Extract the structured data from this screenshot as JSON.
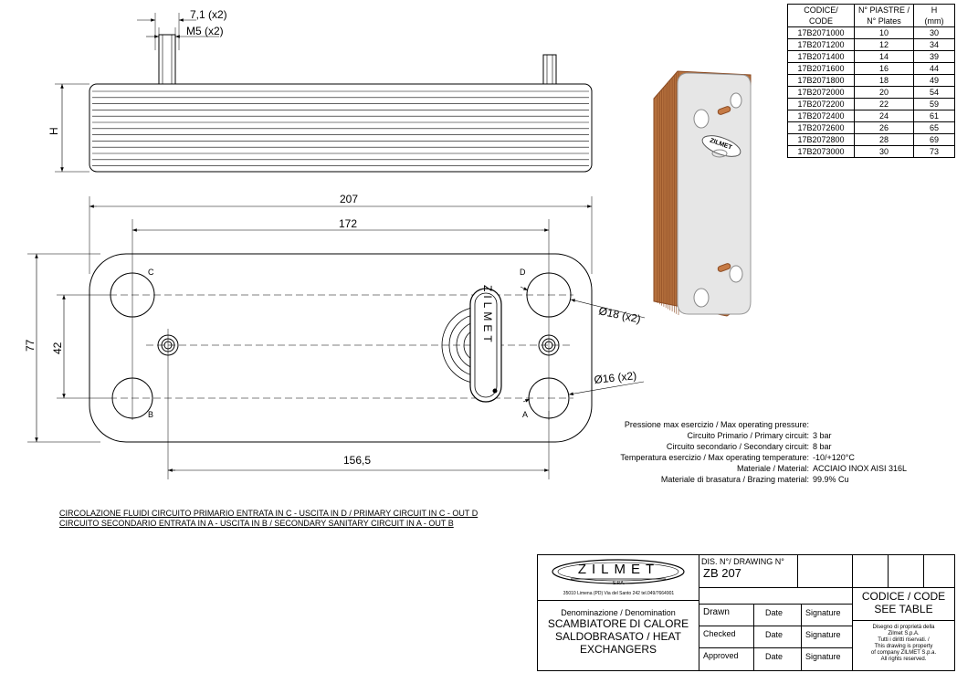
{
  "dims": {
    "pin": "7,1 (x2)",
    "thread": "M5 (x2)",
    "height": "H",
    "overall_width": "207",
    "port_spacing": "172",
    "overall_height": "77",
    "port_vspacing": "42",
    "stud_spacing": "156,5",
    "port_dia18": "Ø18 (x2)",
    "port_dia16": "Ø16 (x2)"
  },
  "ports": {
    "c": "C",
    "d": "D",
    "b": "B",
    "a": "A"
  },
  "logo_text": "ZILMET",
  "logo_spa": "S.P.A.",
  "code_table": {
    "headers": [
      [
        "CODICE/",
        "CODE"
      ],
      [
        "N° PIASTRE /",
        "N° Plates"
      ],
      [
        "H",
        "(mm)"
      ]
    ],
    "rows": [
      [
        "17B2071000",
        "10",
        "30"
      ],
      [
        "17B2071200",
        "12",
        "34"
      ],
      [
        "17B2071400",
        "14",
        "39"
      ],
      [
        "17B2071600",
        "16",
        "44"
      ],
      [
        "17B2071800",
        "18",
        "49"
      ],
      [
        "17B2072000",
        "20",
        "54"
      ],
      [
        "17B2072200",
        "22",
        "59"
      ],
      [
        "17B2072400",
        "24",
        "61"
      ],
      [
        "17B2072600",
        "26",
        "65"
      ],
      [
        "17B2072800",
        "28",
        "69"
      ],
      [
        "17B2073000",
        "30",
        "73"
      ]
    ]
  },
  "specs": [
    {
      "label": "Pressione max esercizio / Max operating pressure:",
      "value": ""
    },
    {
      "label": "Circuito Primario / Primary circuit:",
      "value": "3 bar"
    },
    {
      "label": "Circuito secondario / Secondary circuit:",
      "value": "8 bar"
    },
    {
      "label": "Temperatura esercizio / Max operating temperature:",
      "value": "-10/+120°C"
    },
    {
      "label": "Materiale / Material:",
      "value": "ACCIAIO INOX AISI 316L"
    },
    {
      "label": "Materiale di brasatura / Brazing material:",
      "value": "99.9% Cu"
    }
  ],
  "circuit_notes": [
    "CIRCOLAZIONE FLUIDI CIRCUITO PRIMARIO ENTRATA IN C - USCITA IN D / PRIMARY CIRCUIT IN C - OUT D",
    "CIRCUITO SECONDARIO ENTRATA IN A - USCITA IN B / SECONDARY SANITARY CIRCUIT IN A - OUT B"
  ],
  "title_block": {
    "address": "35010 Limena (PD) Via del Santo 242 tel.049/7664901",
    "drawing_no_label": "DIS. N°/ DRAWING N°",
    "drawing_no": "ZB 207",
    "denomination_label": "Denominazione / Denomination",
    "denomination_1": "SCAMBIATORE DI CALORE",
    "denomination_2": "SALDOBRASATO / HEAT",
    "denomination_3": "EXCHANGERS",
    "drawn": "Drawn",
    "checked": "Checked",
    "approved": "Approved",
    "date": "Date",
    "signature": "Signature",
    "code_label": "CODICE / CODE",
    "see_table": "SEE TABLE",
    "property_1": "Disegno di proprietà della",
    "property_2": "Zilmet S.p.A.",
    "property_3": "Tutti i diritti riservati. /",
    "property_4": "This drawing is property",
    "property_5": "of company ZILMET S.p.a.",
    "property_6": "All rights reserved."
  },
  "colors": {
    "copper": "#b5703d",
    "copper_dark": "#8a4a22",
    "steel": "#e6e6e6",
    "line": "#000000"
  }
}
